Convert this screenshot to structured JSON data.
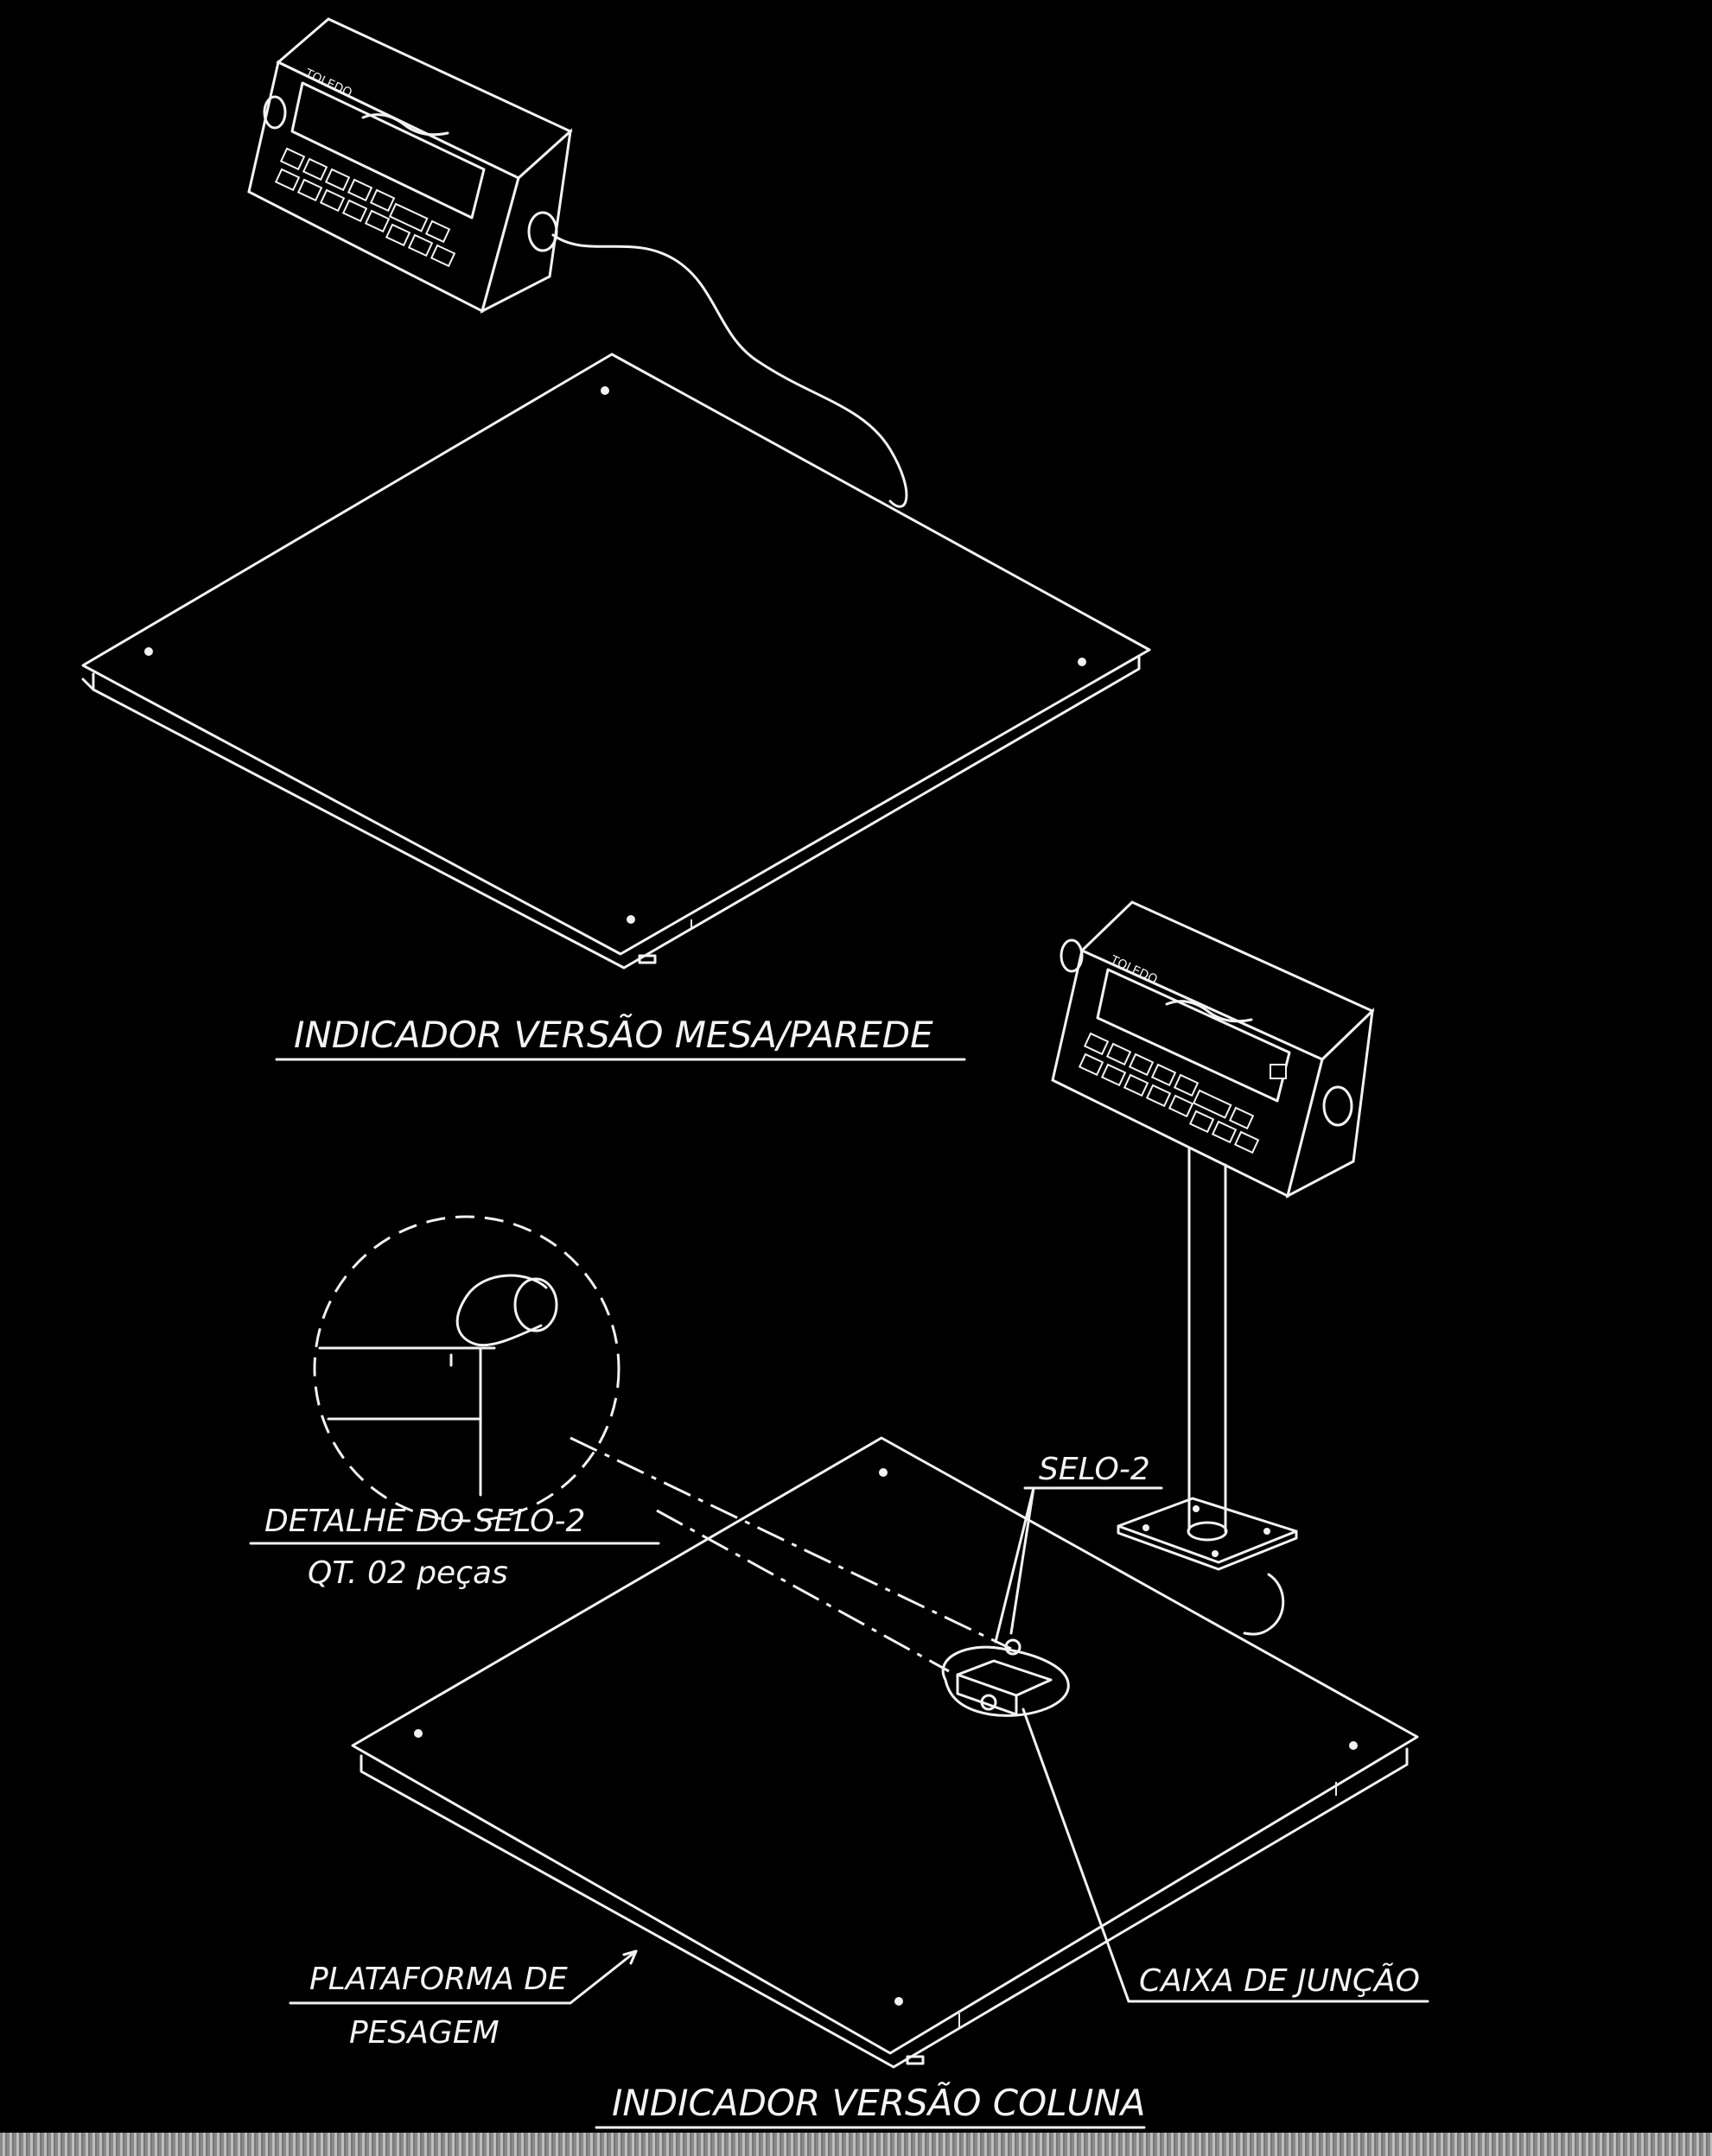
{
  "labels": {
    "wall_table_title": "INDICADOR VERSÃO MESA/PAREDE",
    "column_title": "INDICADOR VERSÃO COLUNA",
    "seal_detail_line1": "DETALHE DO SELO-2",
    "seal_detail_line2": "QT. 02 peças",
    "seal_callout": "SELO-2",
    "platform_line1": "PLATAFORMA DE",
    "platform_line2": "PESAGEM",
    "junction_box": "CAIXA DE JUNÇÃO"
  },
  "indicator": {
    "brand": "TOLEDO"
  },
  "colors": {
    "background": "#000000",
    "linework": "#f2f2f2"
  }
}
